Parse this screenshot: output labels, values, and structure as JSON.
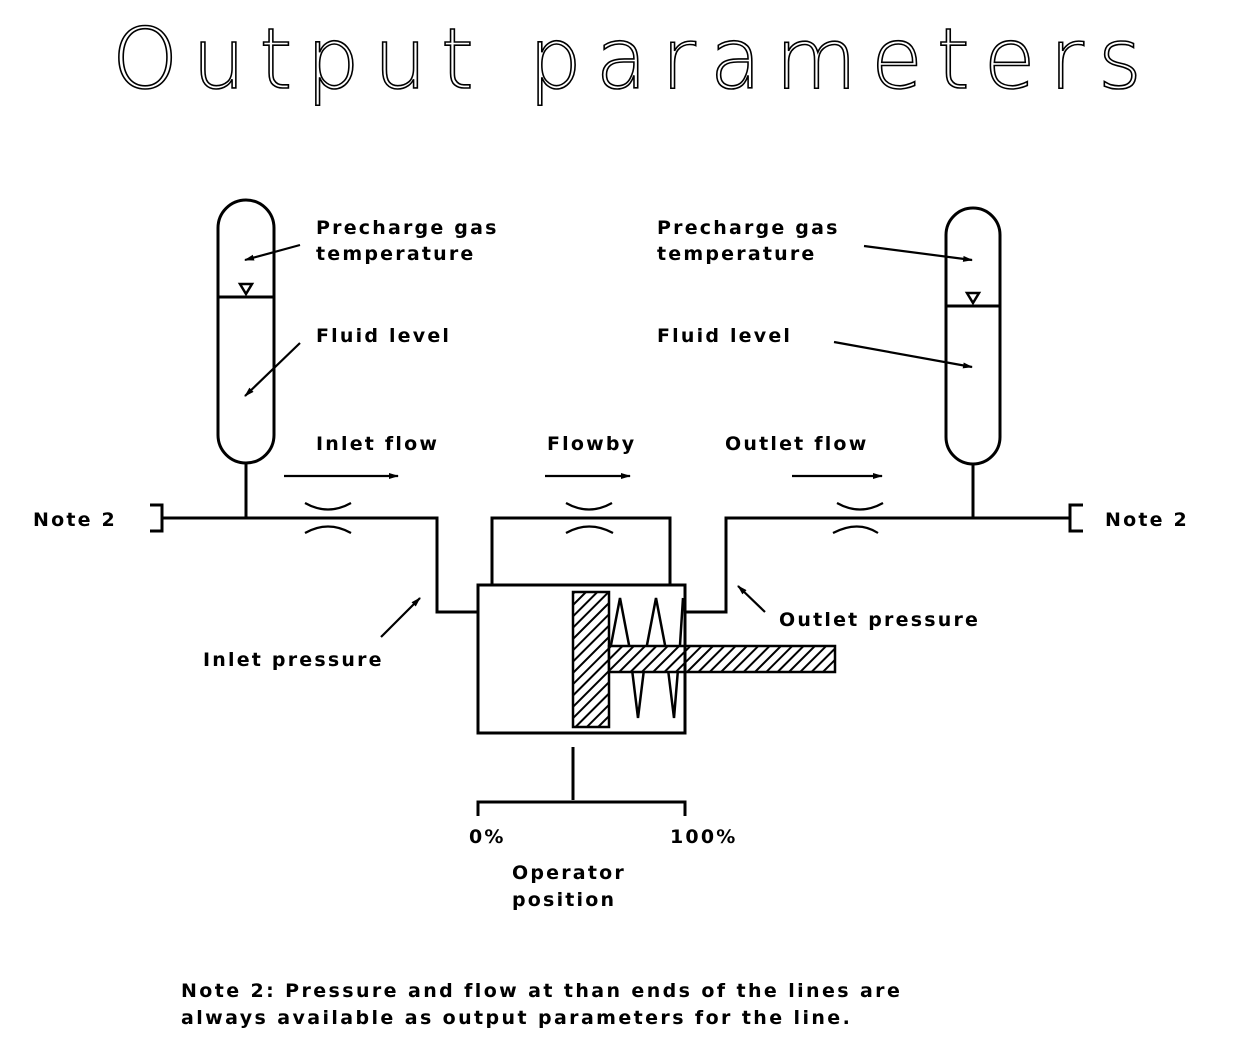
{
  "title": "Output parameters",
  "left_accumulator": {
    "gas_label_line1": "Precharge gas",
    "gas_label_line2": "temperature",
    "fluid_label": "Fluid level"
  },
  "right_accumulator": {
    "gas_label_line1": "Precharge gas",
    "gas_label_line2": "temperature",
    "fluid_label": "Fluid level"
  },
  "flows": {
    "inlet": "Inlet flow",
    "flowby": "Flowby",
    "outlet": "Outlet flow"
  },
  "pressures": {
    "inlet": "Inlet pressure",
    "outlet": "Outlet pressure"
  },
  "line_ends": {
    "left": "Note 2",
    "right": "Note 2"
  },
  "operator": {
    "min_label": "0%",
    "max_label": "100%",
    "label_line1": "Operator",
    "label_line2": "position"
  },
  "footnote": {
    "line1": "Note 2: Pressure and flow at than ends of the lines are",
    "line2": "always available as output parameters for the line."
  }
}
